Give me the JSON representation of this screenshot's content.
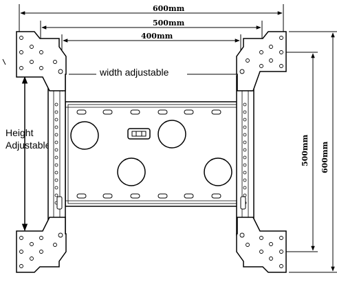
{
  "dimensions": {
    "width_outer": "600mm",
    "width_middle": "500mm",
    "width_inner": "400mm",
    "height_inner": "500mm",
    "height_outer": "600mm"
  },
  "labels": {
    "width_adjustable": "width adjustable",
    "height_line1": "Height",
    "height_line2": "Adjustable"
  }
}
